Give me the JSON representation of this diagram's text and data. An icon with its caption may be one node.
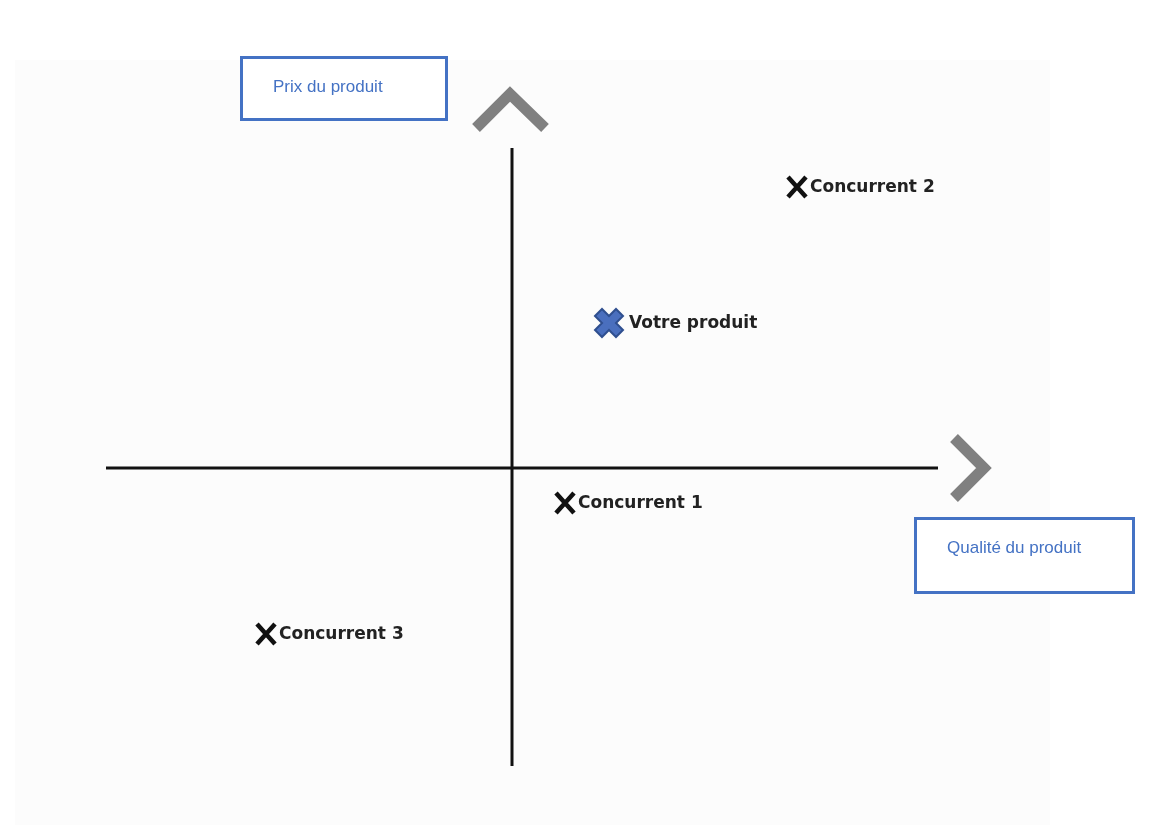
{
  "diagram": {
    "nodes": [
      {
        "text": [
          "Prix du produit"
        ]
      },
      {
        "text": [
          "Qualité du produit"
        ]
      }
    ],
    "edges": [],
    "labels": [
      "Concurrent 2",
      "Votre produit",
      "Concurrent 1",
      "Concurrent 3"
    ]
  }
}
